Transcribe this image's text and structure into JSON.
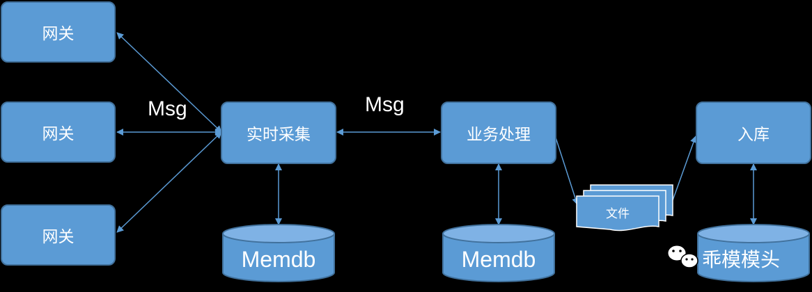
{
  "colors": {
    "background": "#000000",
    "box_fill": "#5b9bd5",
    "box_border": "#41719c",
    "arrow": "#5b9bd5",
    "text": "#ffffff"
  },
  "nodes": {
    "gateway_1": "网关",
    "gateway_2": "网关",
    "gateway_3": "网关",
    "realtime_collect": "实时采集",
    "business_processing": "业务处理",
    "storage": "入库",
    "memdb_1": "Memdb",
    "memdb_2": "Memdb",
    "file": "文件"
  },
  "edge_labels": {
    "msg_gateways": "Msg",
    "msg_business": "Msg"
  },
  "watermark": {
    "icon": "wechat-icon",
    "text": "乖模模头"
  }
}
